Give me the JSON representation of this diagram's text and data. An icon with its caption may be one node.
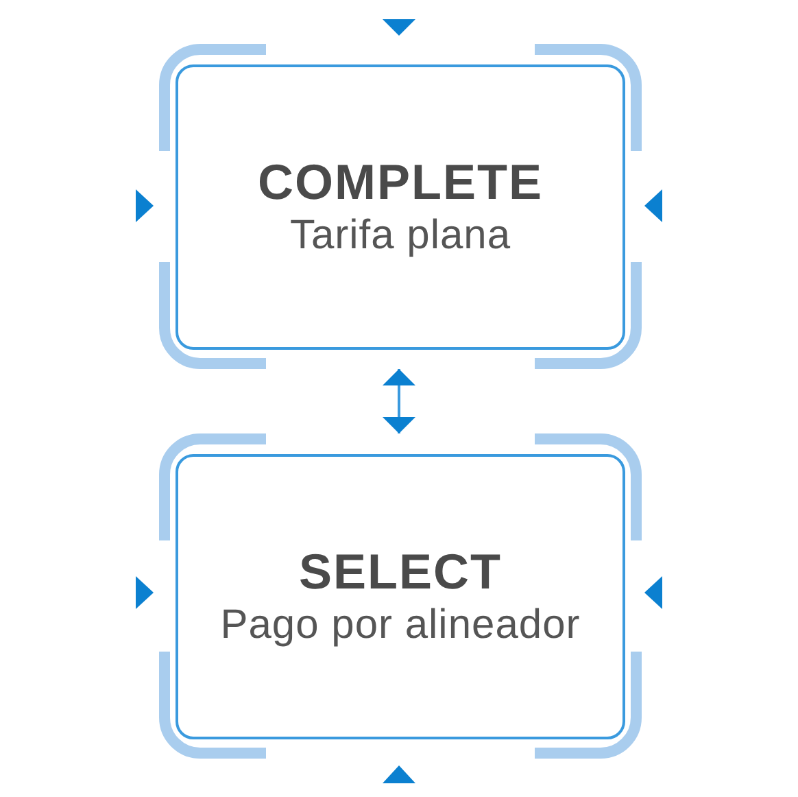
{
  "diagram": {
    "nodes": [
      {
        "text": [
          "COMPLETE",
          "Tarifa plana"
        ]
      },
      {
        "text": [
          "SELECT",
          "Pago por alineador"
        ]
      }
    ],
    "edges": [
      {
        "from": 0,
        "to": 1,
        "arrow": "both"
      }
    ]
  }
}
